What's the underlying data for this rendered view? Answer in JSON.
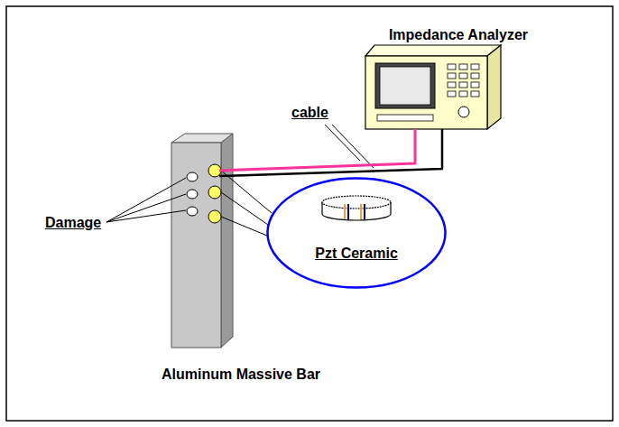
{
  "diagram": {
    "nodes": [
      {
        "text": [
          "Impedance Analyzer"
        ]
      },
      {
        "text": [
          "Pzt Ceramic"
        ]
      },
      {
        "text": [
          "Aluminum Massive Bar"
        ]
      }
    ],
    "edges": [
      {
        "from": 2,
        "to": 0,
        "arrow": "none"
      }
    ],
    "labels": [
      "cable",
      "Damage"
    ]
  }
}
